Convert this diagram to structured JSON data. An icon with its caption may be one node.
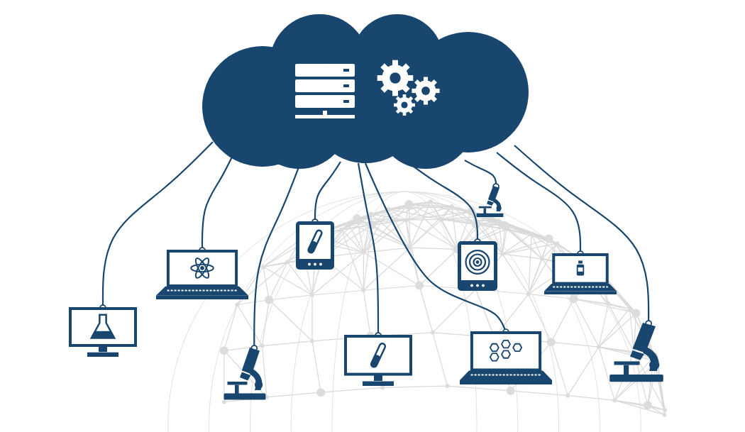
{
  "diagram": {
    "nodes": [
      {
        "text": [],
        "shape": "cloud"
      },
      {
        "text": [],
        "shape": "monitor"
      },
      {
        "text": [],
        "shape": "laptop"
      },
      {
        "text": [],
        "shape": "microscope"
      },
      {
        "text": [],
        "shape": "tablet"
      },
      {
        "text": [],
        "shape": "monitor"
      },
      {
        "text": [],
        "shape": "tablet"
      },
      {
        "text": [],
        "shape": "microscope"
      },
      {
        "text": [],
        "shape": "laptop"
      },
      {
        "text": [],
        "shape": "laptop"
      },
      {
        "text": [],
        "shape": "microscope"
      }
    ],
    "edges": [
      {
        "from": 0,
        "to": 1,
        "arrow": "other"
      },
      {
        "from": 0,
        "to": 2,
        "arrow": "other"
      },
      {
        "from": 0,
        "to": 3,
        "arrow": "other"
      },
      {
        "from": 0,
        "to": 4,
        "arrow": "other"
      },
      {
        "from": 0,
        "to": 5,
        "arrow": "other"
      },
      {
        "from": 0,
        "to": 6,
        "arrow": "other"
      },
      {
        "from": 0,
        "to": 7,
        "arrow": "other"
      },
      {
        "from": 0,
        "to": 8,
        "arrow": "other"
      },
      {
        "from": 0,
        "to": 9,
        "arrow": "other"
      },
      {
        "from": 0,
        "to": 10,
        "arrow": "other"
      }
    ]
  }
}
